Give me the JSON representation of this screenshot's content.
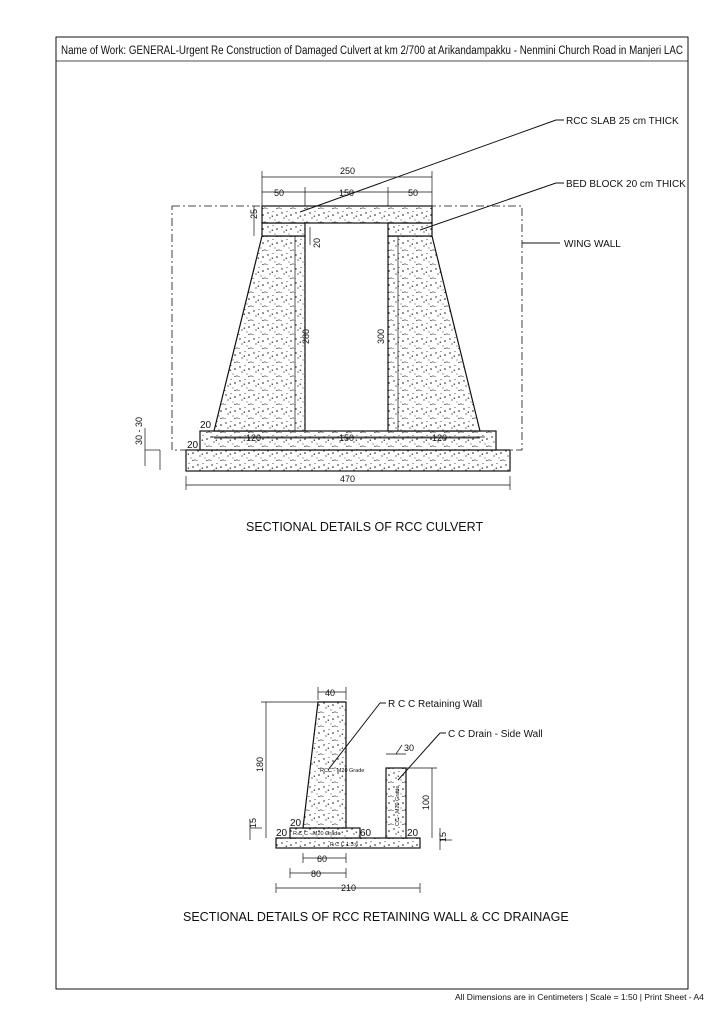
{
  "header": {
    "name_of_work": "Name of Work: GENERAL-Urgent Re Construction of Damaged Culvert at km 2/700 at Arikandampakku - Nenmini Church Road in Manjeri LAC"
  },
  "culvert": {
    "labels": {
      "slab": "RCC SLAB 25 cm THICK",
      "bed_block": "BED BLOCK 20 cm THICK",
      "wing_wall": "WING WALL"
    },
    "dims": {
      "overall_top": "250",
      "top_left": "50",
      "top_mid": "150",
      "top_right": "50",
      "slab": "25",
      "bed_block": "20",
      "clear_height": "280",
      "wall_height": "300",
      "step_upper": "20",
      "step_lower": "20",
      "footing_left": "120",
      "footing_mid": "150",
      "footing_right": "120",
      "footing_thk": "30 - 30",
      "overall_base": "470"
    },
    "caption": "SECTIONAL DETAILS OF RCC CULVERT"
  },
  "retaining": {
    "labels": {
      "wall": "R C C Retaining Wall",
      "drain": "C C Drain - Side Wall",
      "wall_grade": "RCC - M20 Grade",
      "drain_grade": "CC - M20 Grade",
      "base_grade": "R C C - M20 Grade",
      "pcc": "P C C 1:3:6"
    },
    "dims": {
      "wall_top": "40",
      "drain_top": "30",
      "wall_height": "180",
      "drain_height": "100",
      "base_left": "15",
      "base_right": "15",
      "toe": "20",
      "gap": "60",
      "heel": "20",
      "w60": "60",
      "w80": "80",
      "w210": "210"
    },
    "caption": "SECTIONAL DETAILS OF RCC RETAINING WALL & CC DRAINAGE"
  },
  "footer": {
    "note": "All Dimensions are in Centimeters | Scale = 1:50 | Print Sheet - A4"
  }
}
